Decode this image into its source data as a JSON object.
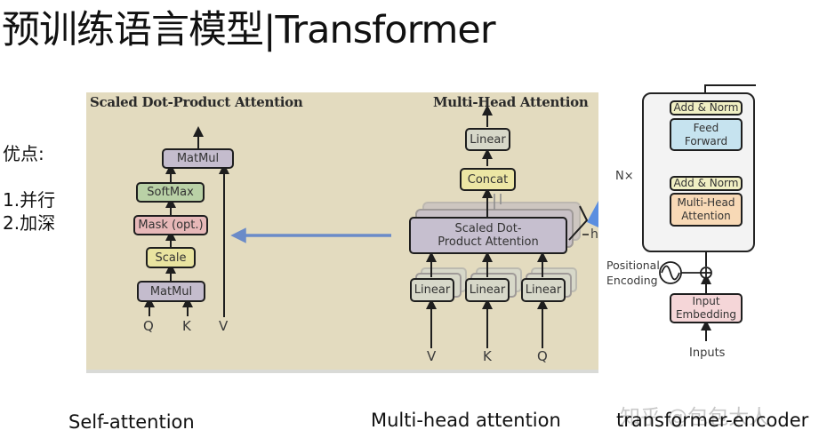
{
  "slide": {
    "title": "预训练语言模型|Transformer",
    "advantages": {
      "heading": "优点:",
      "items": [
        "1.并行",
        "2.加深"
      ]
    },
    "captions": {
      "self_attention": "Self-attention",
      "multi_head": "Multi-head attention",
      "encoder": "transformer-encoder"
    },
    "watermark": "知乎 @包包大人"
  },
  "scaled_dot_product": {
    "title": "Scaled Dot-Product Attention",
    "blocks": {
      "matmul_top": "MatMul",
      "softmax": "SoftMax",
      "mask": "Mask (opt.)",
      "scale": "Scale",
      "matmul_bottom": "MatMul"
    },
    "inputs": [
      "Q",
      "K",
      "V"
    ]
  },
  "multi_head": {
    "title": "Multi-Head Attention",
    "blocks": {
      "linear_top": "Linear",
      "concat": "Concat",
      "attention": "Scaled Dot-Product Attention",
      "linear_v": "Linear",
      "linear_k": "Linear",
      "linear_q": "Linear"
    },
    "heads_label": "h",
    "inputs": [
      "V",
      "K",
      "Q"
    ]
  },
  "encoder": {
    "repeat_label": "N×",
    "blocks": {
      "add_norm_top": "Add & Norm",
      "feed_forward": "Feed Forward",
      "add_norm_bottom": "Add & Norm",
      "multi_head_attention": "Multi-Head Attention",
      "input_embedding": "Input Embedding"
    },
    "positional_encoding": "Positional Encoding",
    "inputs_label": "Inputs"
  },
  "colors": {
    "panel_bg": "#e3dbbf",
    "matmul": "#c4bccd",
    "softmax": "#b9d1a6",
    "mask": "#e7b8b8",
    "scale": "#e9e4a0",
    "linear": "#d7d8c9",
    "concat": "#ece6a4",
    "attention": "#c6bfcf",
    "add_norm": "#f0efc3",
    "feed_forward": "#c6e3ef",
    "mha": "#f8d9b6",
    "embedding": "#f5d6d8",
    "arrow_blue": "#6b8bc8"
  }
}
